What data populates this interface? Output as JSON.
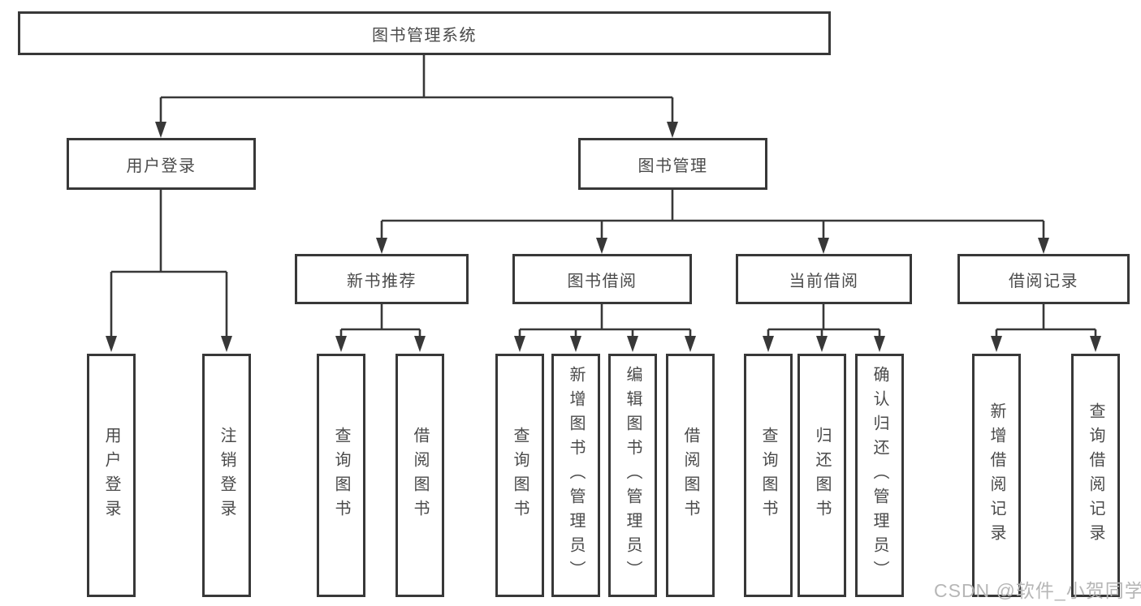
{
  "tree": {
    "root": "图书管理系统",
    "branches": [
      {
        "label": "用户登录",
        "children": [
          "用户登录",
          "注销登录"
        ]
      },
      {
        "label": "图书管理",
        "groups": [
          {
            "label": "新书推荐",
            "children": [
              "查询图书",
              "借阅图书"
            ]
          },
          {
            "label": "图书借阅",
            "children": [
              "查询图书",
              "新增图书（管理员）",
              "编辑图书（管理员）",
              "借阅图书"
            ]
          },
          {
            "label": "当前借阅",
            "children": [
              "查询图书",
              "归还图书",
              "确认归还（管理员）"
            ]
          },
          {
            "label": "借阅记录",
            "children": [
              "新增借阅记录",
              "查询借阅记录"
            ]
          }
        ]
      }
    ]
  },
  "watermark": {
    "text": "CSDN @软件_小贺同学"
  },
  "colors": {
    "line": "#383838",
    "border": "#383838",
    "text": "#4a4a4a",
    "watermark_text": "#b6b6b6",
    "background": "#ffffff"
  }
}
